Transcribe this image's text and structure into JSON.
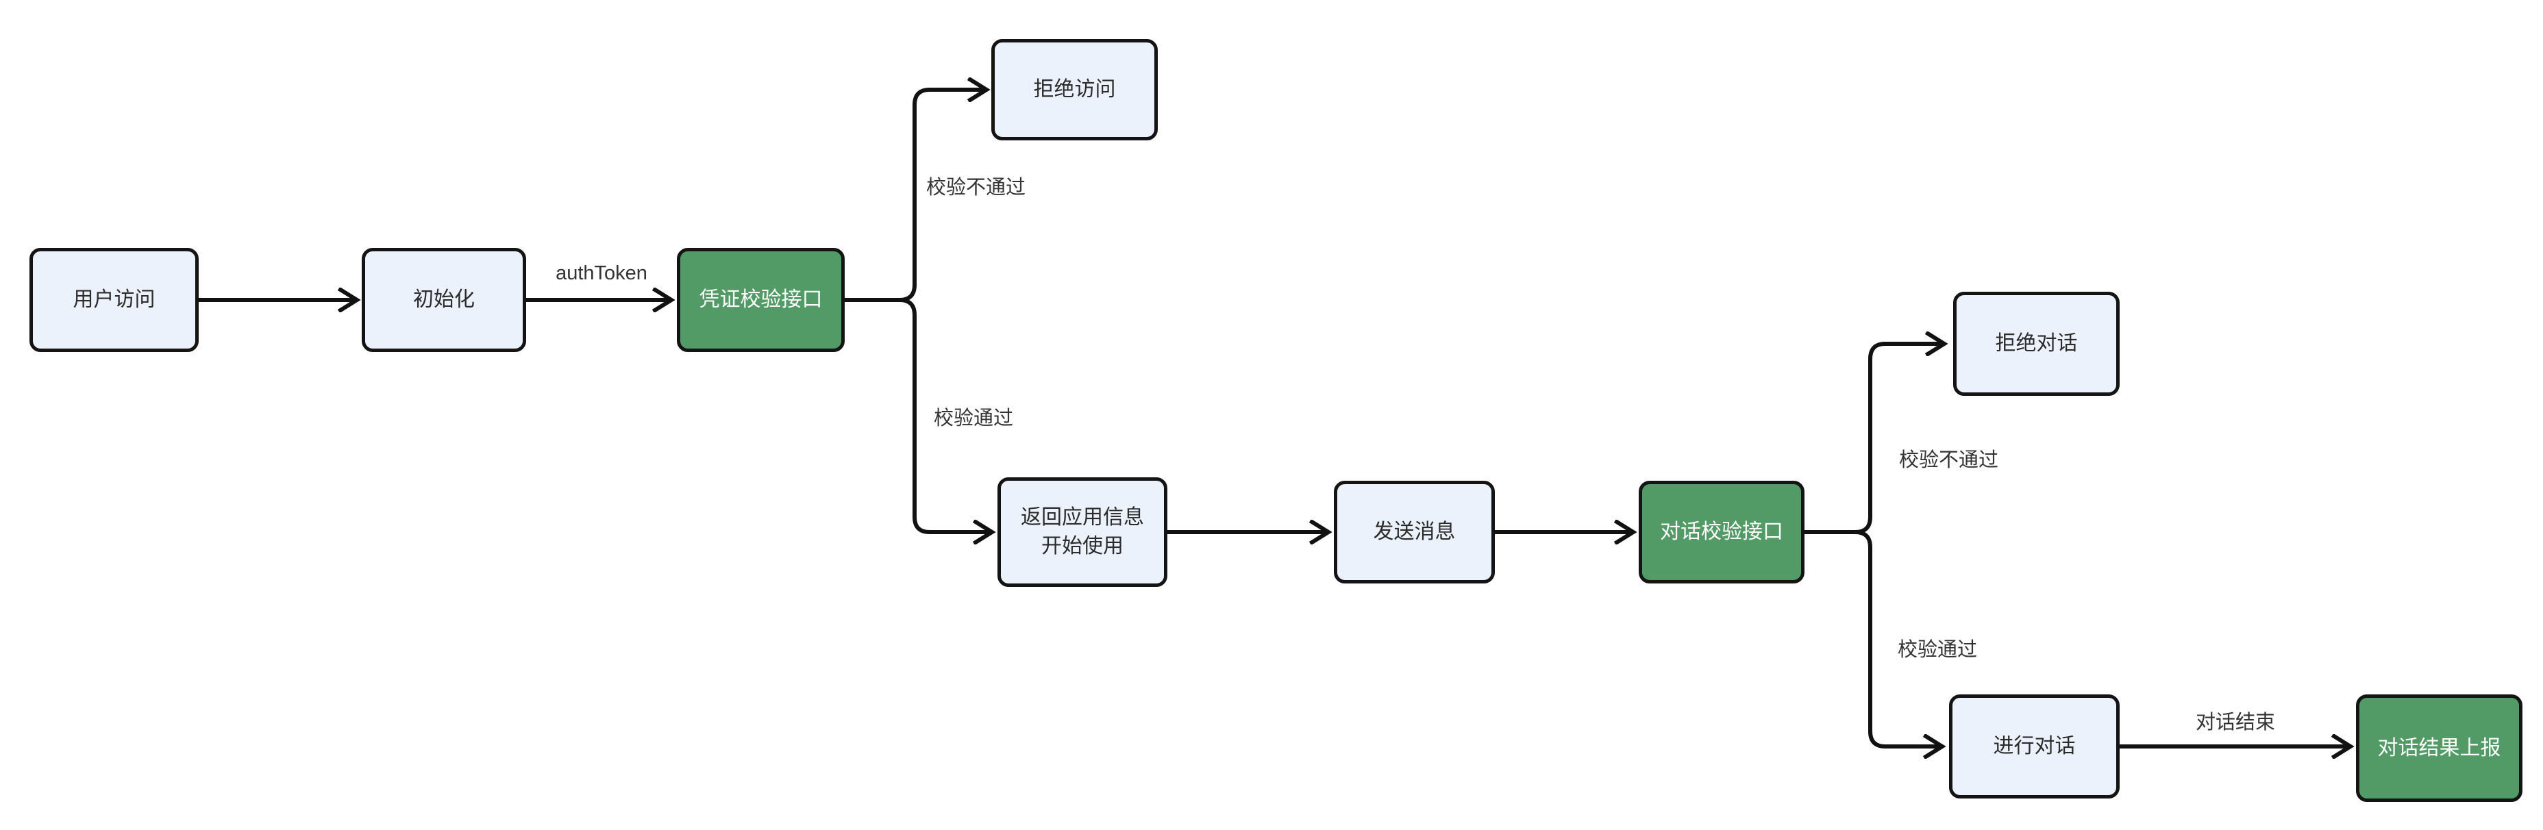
{
  "diagram": {
    "type": "flowchart",
    "direction": "left-to-right",
    "background_color": "#ffffff",
    "colors": {
      "node_fill": "#ecf2fb",
      "node_border": "#141414",
      "node_text": "#2b2b2b",
      "accent_node_fill": "#529a66",
      "accent_node_text": "#ffffff",
      "edge_color": "#111111",
      "edge_label_color": "#333333"
    },
    "nodes": [
      {
        "id": "user-access",
        "label": "用户访问",
        "variant": "default"
      },
      {
        "id": "init",
        "label": "初始化",
        "variant": "default"
      },
      {
        "id": "credential-check-api",
        "label": "凭证校验接口",
        "variant": "accent"
      },
      {
        "id": "deny-access",
        "label": "拒绝访问",
        "variant": "default"
      },
      {
        "id": "return-app-info",
        "label": "返回应用信息\n开始使用",
        "variant": "default"
      },
      {
        "id": "send-message",
        "label": "发送消息",
        "variant": "default"
      },
      {
        "id": "dialog-check-api",
        "label": "对话校验接口",
        "variant": "accent"
      },
      {
        "id": "deny-dialog",
        "label": "拒绝对话",
        "variant": "default"
      },
      {
        "id": "do-dialog",
        "label": "进行对话",
        "variant": "default"
      },
      {
        "id": "dialog-result-report",
        "label": "对话结果上报",
        "variant": "accent"
      }
    ],
    "edges": [
      {
        "from": "user-access",
        "to": "init",
        "label": ""
      },
      {
        "from": "init",
        "to": "credential-check-api",
        "label": "authToken"
      },
      {
        "from": "credential-check-api",
        "to": "deny-access",
        "label": "校验不通过"
      },
      {
        "from": "credential-check-api",
        "to": "return-app-info",
        "label": "校验通过"
      },
      {
        "from": "return-app-info",
        "to": "send-message",
        "label": ""
      },
      {
        "from": "send-message",
        "to": "dialog-check-api",
        "label": ""
      },
      {
        "from": "dialog-check-api",
        "to": "deny-dialog",
        "label": "校验不通过"
      },
      {
        "from": "dialog-check-api",
        "to": "do-dialog",
        "label": "校验通过"
      },
      {
        "from": "do-dialog",
        "to": "dialog-result-report",
        "label": "对话结束"
      }
    ]
  }
}
